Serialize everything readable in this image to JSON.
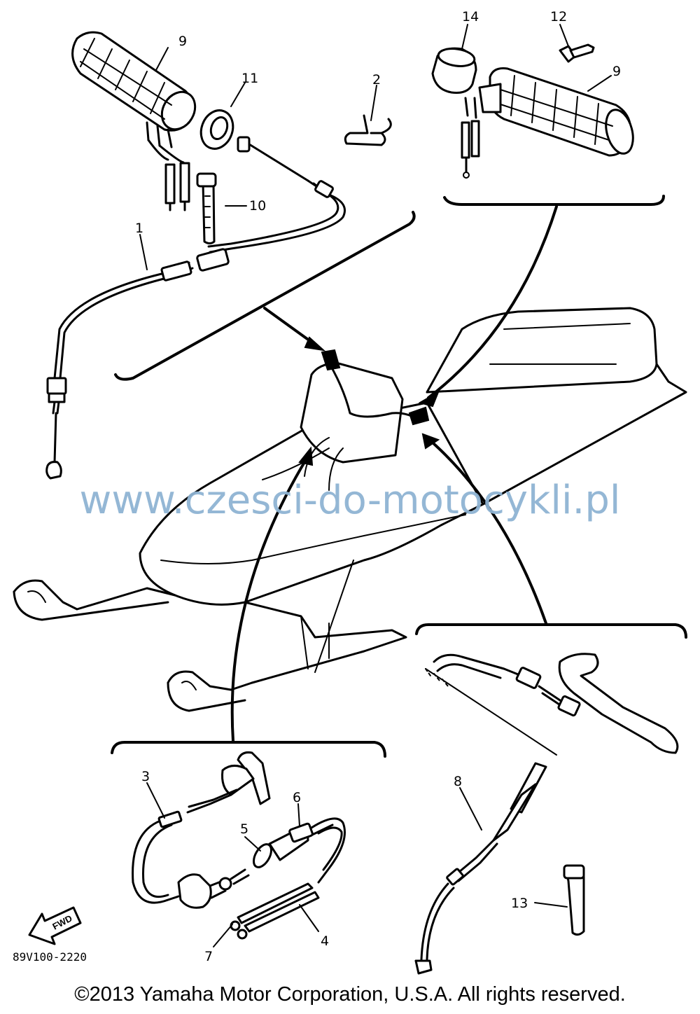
{
  "callouts": {
    "c1": "1",
    "c2": "2",
    "c3": "3",
    "c4": "4",
    "c5": "5",
    "c6": "6",
    "c7": "7",
    "c8": "8",
    "c9a": "9",
    "c9b": "9",
    "c10": "10",
    "c11": "11",
    "c12": "12",
    "c13": "13",
    "c14": "14"
  },
  "fwd_label": "FWD",
  "diagram_code": "89V100-2220",
  "watermark": "www.czesci-do-motocykli.pl",
  "copyright": "©2013 Yamaha Motor Corporation, U.S.A. All rights reserved."
}
